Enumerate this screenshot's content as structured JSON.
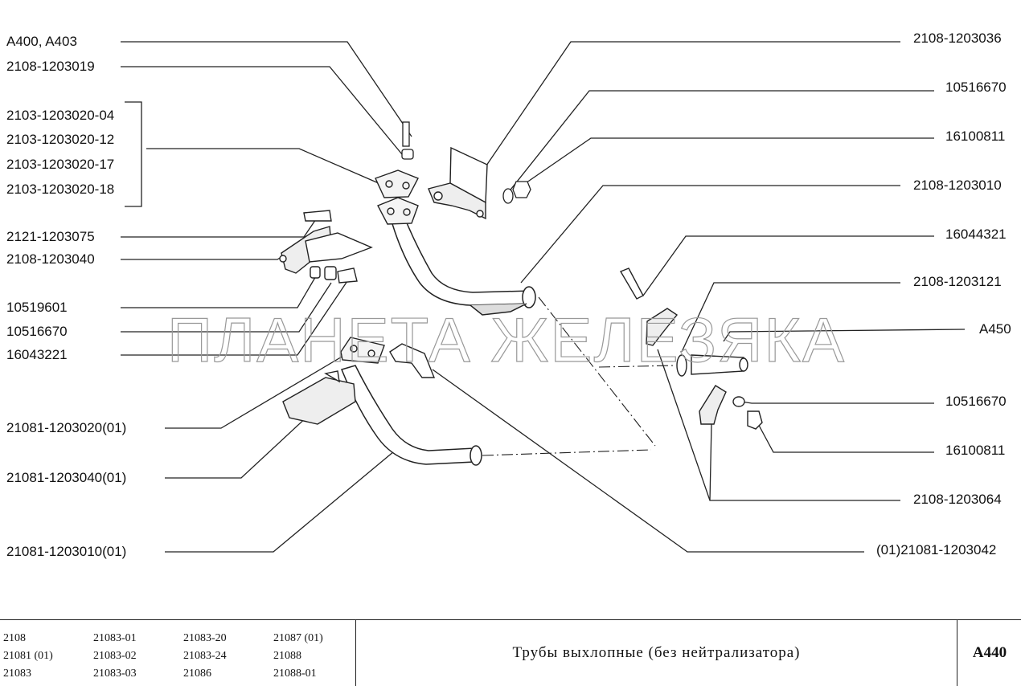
{
  "watermark": "ПЛАНЕТА ЖЕЛЕЗЯКА",
  "labels_left": [
    "A400, A403",
    "2108-1203019",
    "2103-1203020-04",
    "2103-1203020-12",
    "2103-1203020-17",
    "2103-1203020-18",
    "2121-1203075",
    "2108-1203040",
    "10519601",
    "10516670",
    "16043221",
    "21081-1203020(01)",
    "21081-1203040(01)",
    "21081-1203010(01)"
  ],
  "labels_right": [
    "2108-1203036",
    "10516670",
    "16100811",
    "2108-1203010",
    "16044321",
    "2108-1203121",
    "A450",
    "10516670",
    "16100811",
    "2108-1203064",
    "(01)21081-1203042"
  ],
  "models": [
    [
      "2108",
      "21083-01",
      "21083-20",
      "21087 (01)"
    ],
    [
      "21081 (01)",
      "21083-02",
      "21083-24",
      "21088"
    ],
    [
      "21083",
      "21083-03",
      "21086",
      "21088-01"
    ]
  ],
  "caption": "Трубы выхлопные (без нейтрализатора)",
  "code": "A440"
}
